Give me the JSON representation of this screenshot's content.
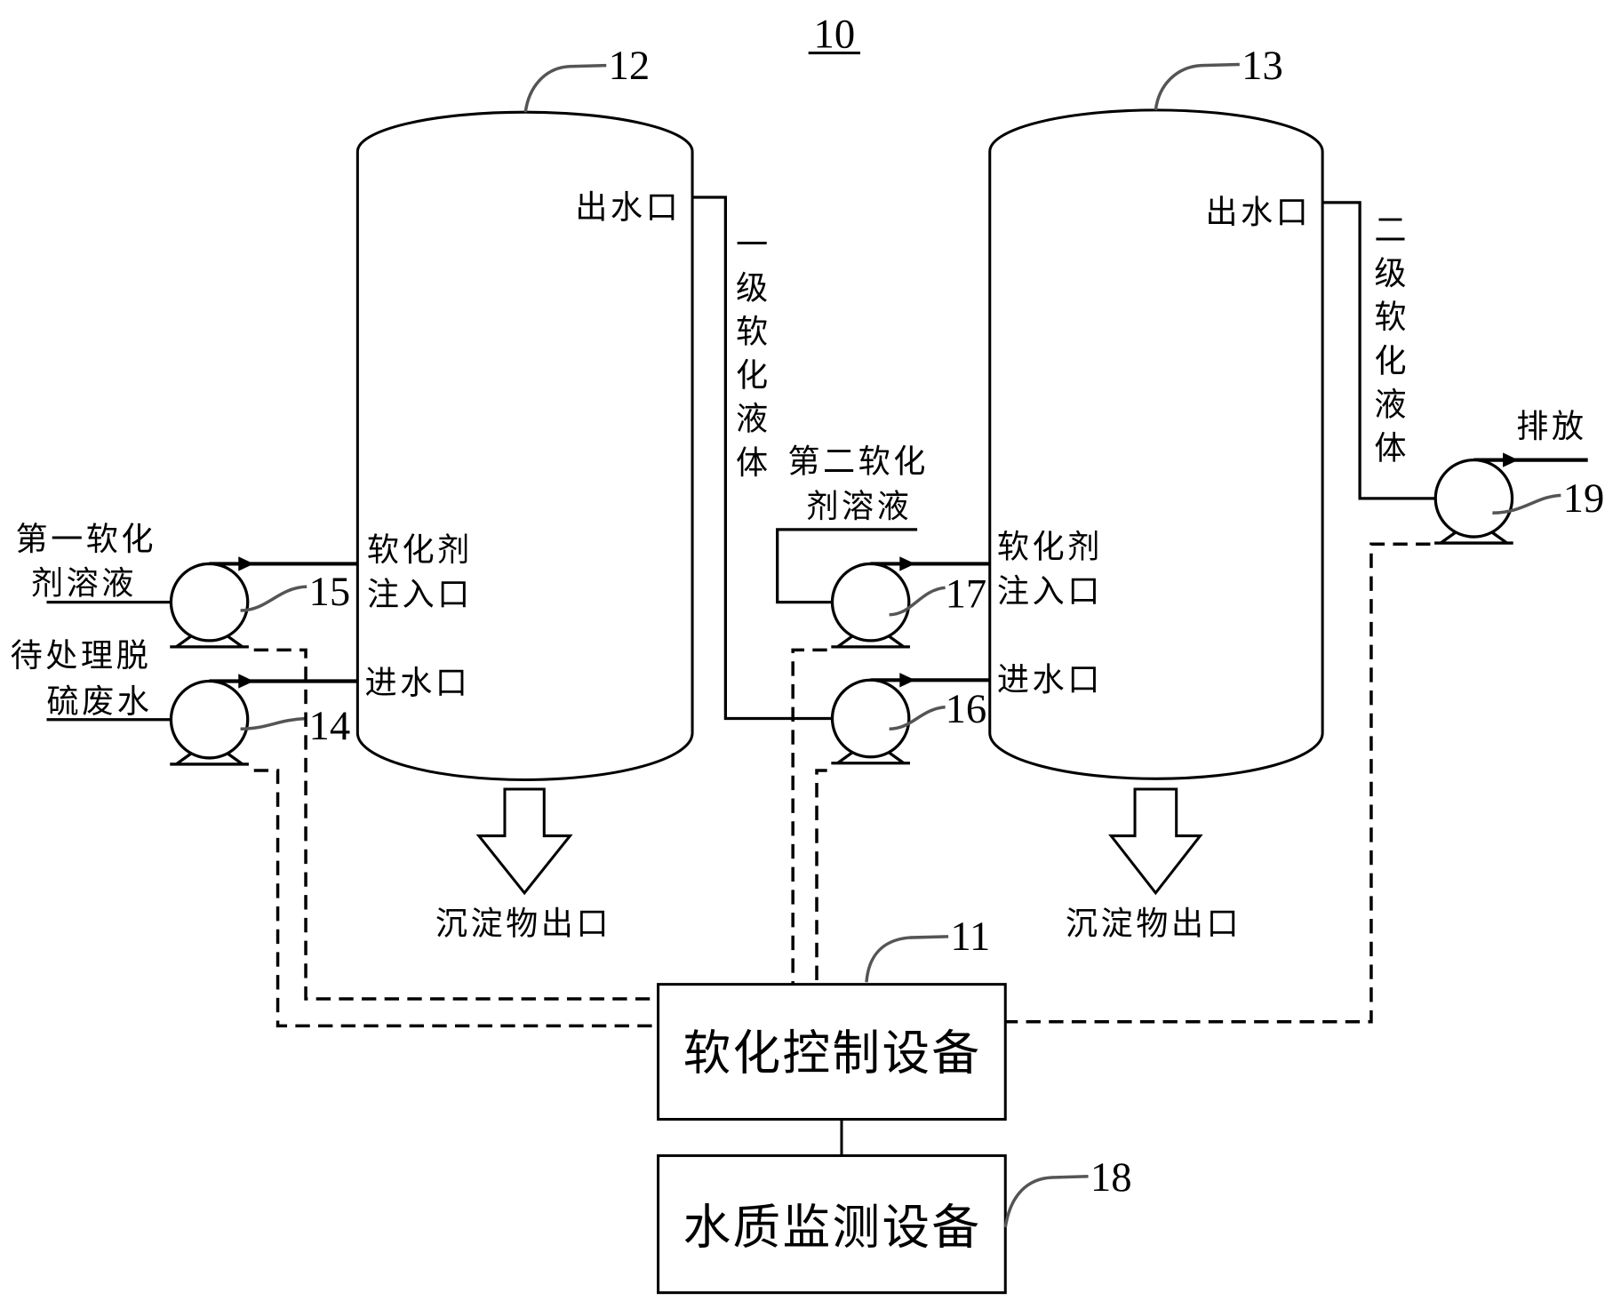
{
  "figure_number": "10",
  "tank_primary": {
    "ref": "12",
    "outlet_label": "出水口",
    "injection_line1": "软化剂",
    "injection_line2": "注入口",
    "inlet_label": "进水口",
    "sediment_label": "沉淀物出口"
  },
  "tank_secondary": {
    "ref": "13",
    "outlet_label": "出水口",
    "injection_line1": "软化剂",
    "injection_line2": "注入口",
    "inlet_label": "进水口",
    "sediment_label": "沉淀物出口"
  },
  "flows": {
    "primary_softened_liquid": "一级软化液体",
    "secondary_softened_liquid": "二级软化液体",
    "discharge": "排放"
  },
  "inputs": {
    "first_softener_line1": "第一软化",
    "first_softener_line2": "剂溶液",
    "wastewater_line1": "待处理脱",
    "wastewater_line2": "硫废水",
    "second_softener_line1": "第二软化",
    "second_softener_line2": "剂溶液"
  },
  "pumps": {
    "wastewater_pump": "14",
    "first_softener_pump": "15",
    "transfer_pump": "16",
    "second_softener_pump": "17",
    "discharge_pump": "19"
  },
  "devices": {
    "control_ref": "11",
    "control_label": "软化控制设备",
    "monitor_ref": "18",
    "monitor_label": "水质监测设备"
  }
}
